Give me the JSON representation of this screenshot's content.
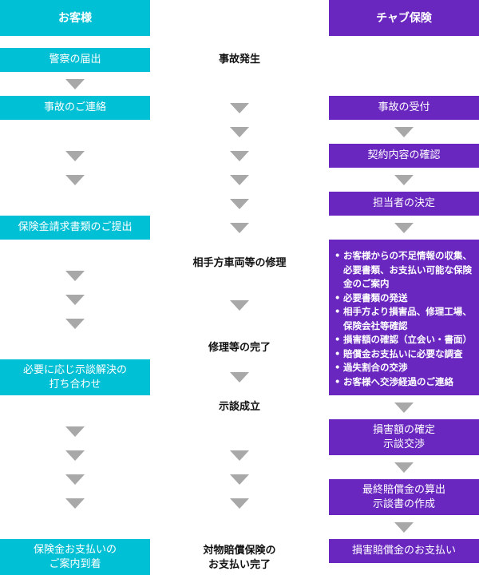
{
  "headers": {
    "customer": "お客様",
    "chubb": "チャブ保険"
  },
  "customer": [
    "警察の届出",
    "事故のご連絡",
    "保険金請求書類のご提出",
    "必要に応じ示談解決の\n打ち合わせ",
    "保険金お支払いの\nご案内到着"
  ],
  "middle": [
    "事故発生",
    "相手方車両等の修理",
    "修理等の完了",
    "示談成立",
    "対物賠償保険の\nお支払い完了"
  ],
  "chubb": [
    "事故の受付",
    "契約内容の確認",
    "担当者の決定",
    "損害額の確定\n示談交渉",
    "最終賠償金の算出\n示談書の作成",
    "損害賠償金のお支払い"
  ],
  "chubb_list": [
    "お客様からの不足情報の収集、必要書類、お支払い可能な保険金のご案内",
    "必要書類の発送",
    "相手方より損害品、修理工場、保険会社等確認",
    "損害額の確認（立会い・書面）",
    "賠償金お支払いに必要な調査",
    "過失割合の交渉",
    "お客様へ交渉経過のご連絡"
  ],
  "colors": {
    "customer": "#00c0d6",
    "chubb": "#6a27c0",
    "arrow": "#a8a8a8"
  }
}
